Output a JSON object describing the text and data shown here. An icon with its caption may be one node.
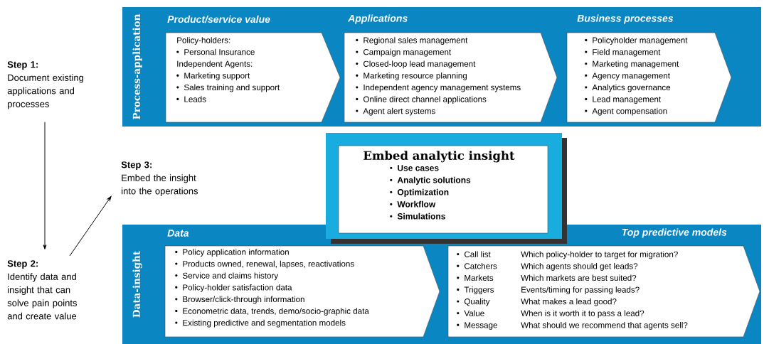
{
  "diagram": {
    "nodes": [
      {
        "text": [
          "Process-application"
        ]
      },
      {
        "text": [
          "Product/service value",
          "Policy-holders:",
          "Personal Insurance",
          "Independent Agents:",
          "Marketing support",
          "Sales training and support",
          "Leads"
        ],
        "in": 0
      },
      {
        "text": [
          "Applications",
          "Regional sales management",
          "Campaign management",
          "Closed-loop lead management",
          "Marketing resource planning",
          "Independent agency management systems",
          "Online direct channel applications",
          "Agent alert systems"
        ],
        "in": 0
      },
      {
        "text": [
          "Business processes",
          "Policyholder management",
          "Field management",
          "Marketing management",
          "Agency management",
          "Analytics governance",
          "Lead management",
          "Agent compensation"
        ],
        "in": 0
      },
      {
        "text": [
          "Data-insight"
        ]
      },
      {
        "text": [
          "Data",
          "Policy application information",
          "Products owned, renewal, lapses, reactivations",
          "Service and claims history",
          "Policy-holder satisfaction data",
          "Browser/click-through information",
          "Econometric data, trends, demo/socio-graphic data",
          "Existing predictive and segmentation models"
        ],
        "in": 4
      },
      {
        "text": [
          "Top predictive models",
          "Call list",
          "Which policy-holder to target for migration?",
          "Catchers",
          "Which agents should get leads?",
          "Markets",
          "Which markets are best suited?",
          "Triggers",
          "Events/timing for passing leads?",
          "Quality",
          "What makes a lead good?",
          "Value",
          "When is it worth it to pass a lead?",
          "Message",
          "What should we recommend that agents sell?"
        ],
        "in": 4
      },
      {
        "text": [
          "Embed analytic insight",
          "Use cases",
          "Analytic solutions",
          "Optimization",
          "Workflow",
          "Simulations"
        ]
      },
      {
        "text": [
          "Step 1:",
          "Document existing applications and processes"
        ]
      },
      {
        "text": [
          "Step 2:",
          "Identify data and insight that can solve pain points and create value"
        ]
      },
      {
        "text": [
          "Step 3:",
          "Embed the insight into the operations"
        ]
      }
    ],
    "edges": [
      {
        "from": 8,
        "to": 9,
        "arrow": "to"
      },
      {
        "from": 9,
        "to": 10,
        "arrow": "to"
      }
    ]
  }
}
